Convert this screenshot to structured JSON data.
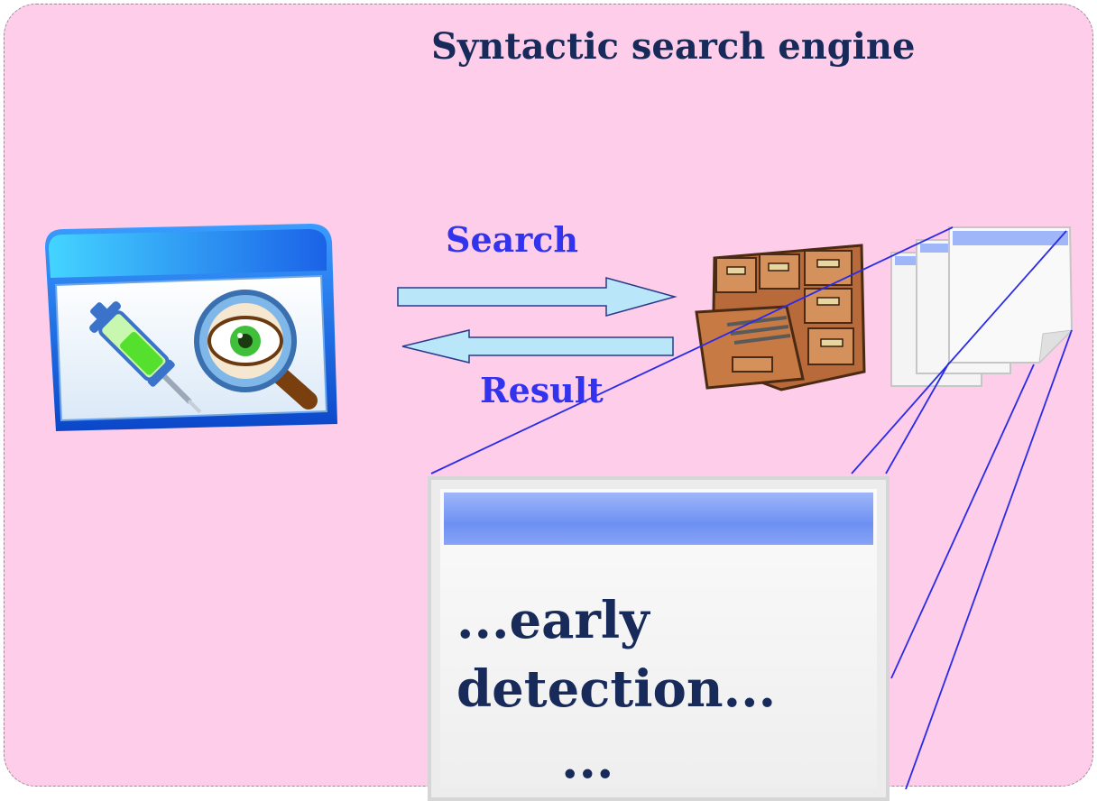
{
  "title": "Syntactic search engine",
  "arrows": {
    "search_label": "Search",
    "result_label": "Result"
  },
  "document": {
    "line1": "...early",
    "line2": "detection...",
    "ellipsis": "..."
  },
  "icons": {
    "app": "application-window-icon",
    "syringe": "syringe-icon",
    "magnifier": "eye-magnifier-icon",
    "cabinet": "file-cabinet-icon",
    "pages": "document-stack-icon"
  },
  "colors": {
    "background": "#fdcde9",
    "title": "#172a59",
    "label": "#3333ee",
    "arrow_fill": "#b9e6f9",
    "connector": "#2a2ae8"
  }
}
